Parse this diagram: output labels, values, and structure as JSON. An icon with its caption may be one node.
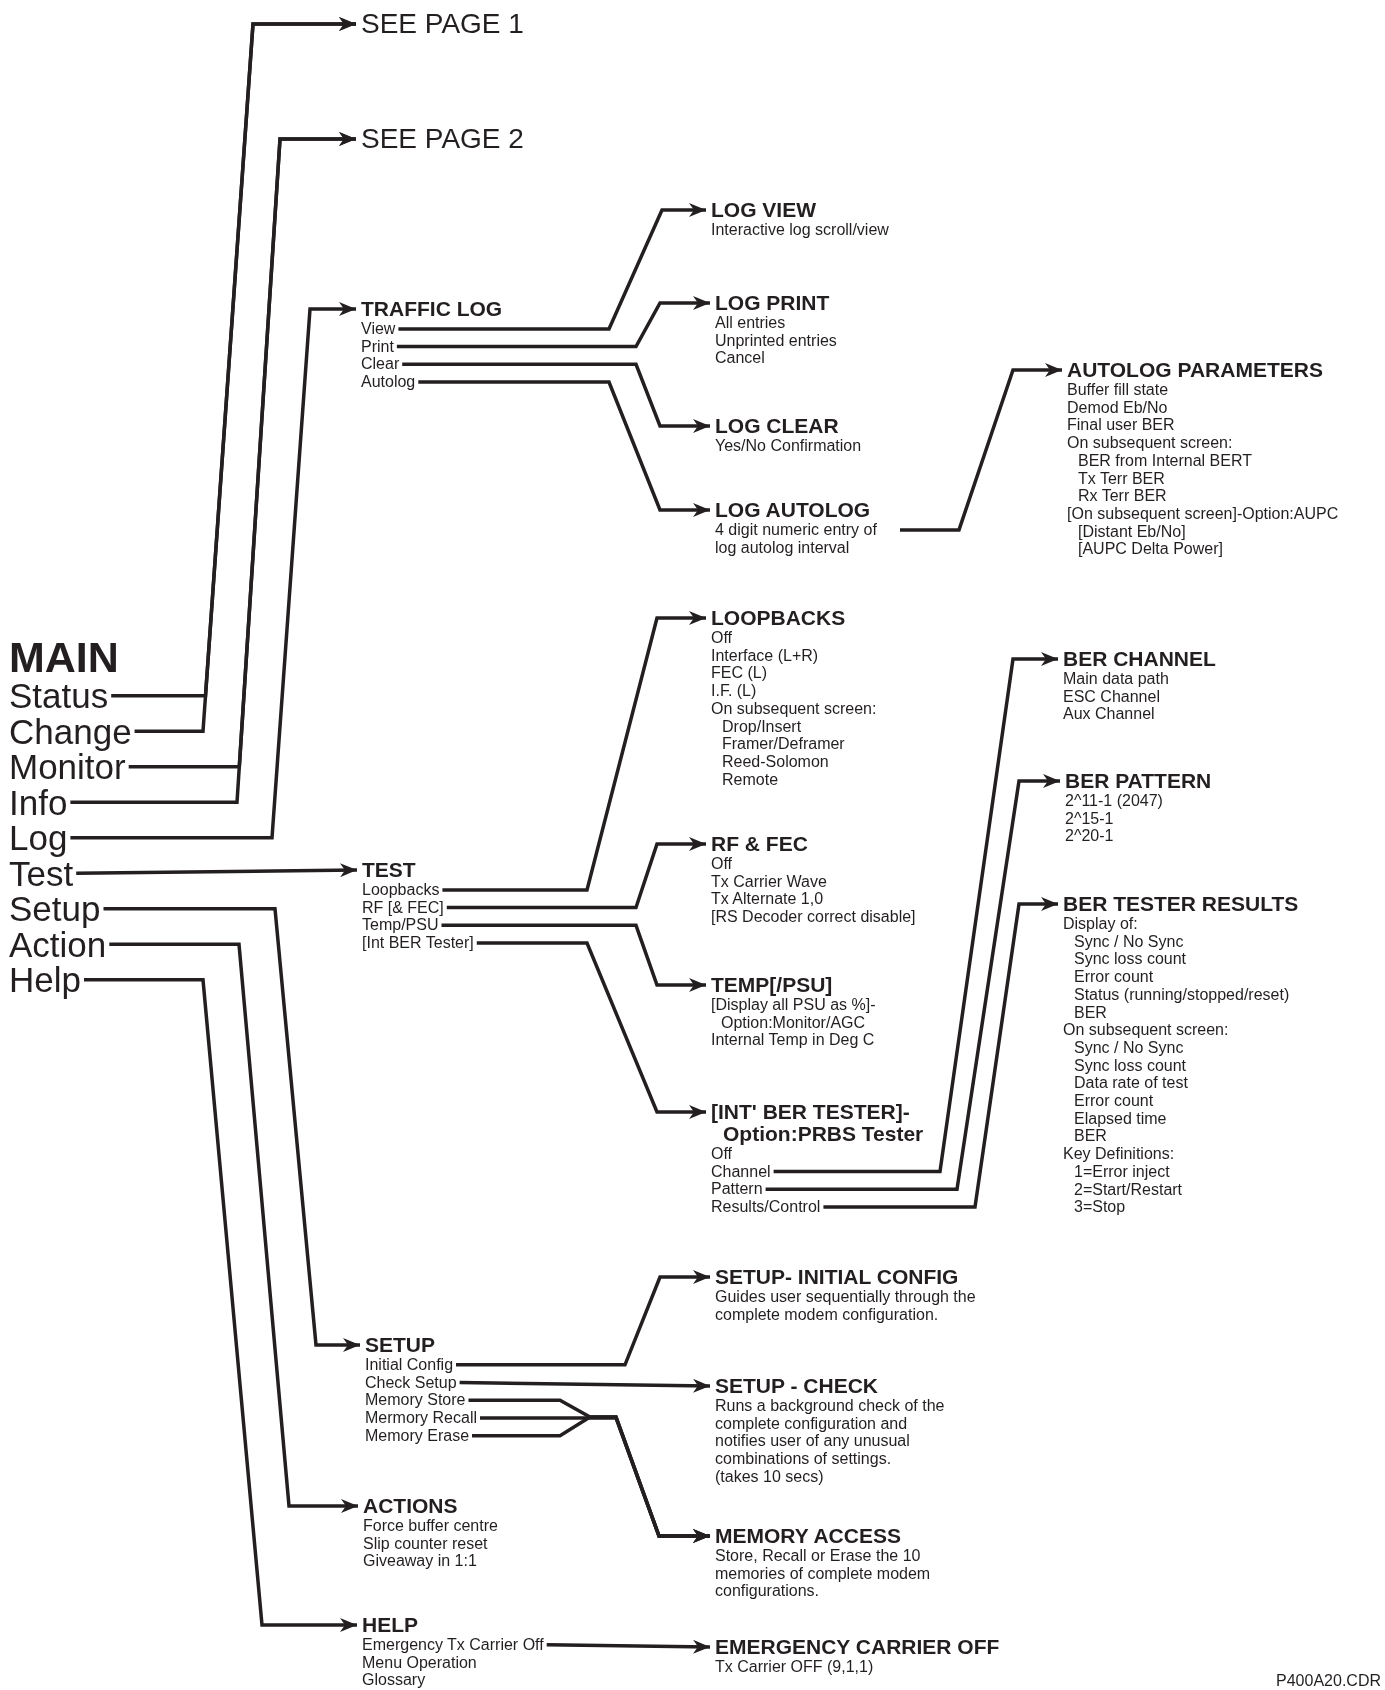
{
  "diagram": {
    "nodes": [
      {
        "text": [
          "SEE PAGE 1"
        ]
      },
      {
        "text": [
          "SEE PAGE 2"
        ]
      },
      {
        "text": [
          "MAIN"
        ]
      },
      {
        "text": [
          "Status"
        ],
        "in": 2
      },
      {
        "text": [
          "Change"
        ],
        "in": 2
      },
      {
        "text": [
          "Monitor"
        ],
        "in": 2
      },
      {
        "text": [
          "Info"
        ],
        "in": 2
      },
      {
        "text": [
          "Log"
        ],
        "in": 2
      },
      {
        "text": [
          "Test"
        ],
        "in": 2
      },
      {
        "text": [
          "Setup"
        ],
        "in": 2
      },
      {
        "text": [
          "Action"
        ],
        "in": 2
      },
      {
        "text": [
          "Help"
        ],
        "in": 2
      },
      {
        "text": [
          "TRAFFIC LOG"
        ]
      },
      {
        "text": [
          "View"
        ],
        "in": 12
      },
      {
        "text": [
          "Print"
        ],
        "in": 12
      },
      {
        "text": [
          "Clear"
        ],
        "in": 12
      },
      {
        "text": [
          "Autolog"
        ],
        "in": 12
      },
      {
        "text": [
          "LOG VIEW",
          "Interactive log scroll/view"
        ]
      },
      {
        "text": [
          "LOG PRINT",
          "All entries",
          "Unprinted entries",
          "Cancel"
        ]
      },
      {
        "text": [
          "LOG CLEAR",
          "Yes/No Confirmation"
        ]
      },
      {
        "text": [
          "LOG AUTOLOG",
          "4 digit numeric entry of log autolog interval"
        ]
      },
      {
        "text": [
          "AUTOLOG PARAMETERS",
          "Buffer fill state",
          "Demod Eb/No",
          "Final user BER",
          "On subsequent screen:",
          "BER from Internal BERT",
          "Tx Terr BER",
          "Rx Terr BER",
          "[On subsequent screen]-Option:AUPC",
          "[Distant Eb/No]",
          "[AUPC Delta Power]"
        ]
      },
      {
        "text": [
          "TEST"
        ]
      },
      {
        "text": [
          "Loopbacks"
        ],
        "in": 22
      },
      {
        "text": [
          "RF [& FEC]"
        ],
        "in": 22
      },
      {
        "text": [
          "Temp/PSU"
        ],
        "in": 22
      },
      {
        "text": [
          "[Int BER Tester]"
        ],
        "in": 22
      },
      {
        "text": [
          "LOOPBACKS",
          "Off",
          "Interface (L+R)",
          "FEC (L)",
          "I.F. (L)",
          "On subsequent screen:",
          "Drop/Insert",
          "Framer/Deframer",
          "Reed-Solomon",
          "Remote"
        ]
      },
      {
        "text": [
          "RF & FEC",
          "Off",
          "Tx Carrier Wave",
          "Tx Alternate 1,0",
          "[RS Decoder correct disable]"
        ]
      },
      {
        "text": [
          "TEMP[/PSU]",
          "[Display all PSU as %]- Option:Monitor/AGC",
          "Internal Temp in Deg C"
        ]
      },
      {
        "text": [
          "[INT' BER TESTER]- Option:PRBS Tester"
        ]
      },
      {
        "text": [
          "Off"
        ],
        "in": 30
      },
      {
        "text": [
          "Channel"
        ],
        "in": 30
      },
      {
        "text": [
          "Pattern"
        ],
        "in": 30
      },
      {
        "text": [
          "Results/Control"
        ],
        "in": 30
      },
      {
        "text": [
          "BER CHANNEL",
          "Main data path",
          "ESC Channel",
          "Aux Channel"
        ]
      },
      {
        "text": [
          "BER PATTERN",
          "2^11-1 (2047)",
          "2^15-1",
          "2^20-1"
        ]
      },
      {
        "text": [
          "BER TESTER RESULTS",
          "Display of:",
          "Sync / No Sync",
          "Sync loss count",
          "Error count",
          "Status (running/stopped/reset)",
          "BER",
          "On subsequent screen:",
          "Sync / No Sync",
          "Sync loss count",
          "Data rate of test",
          "Error count",
          "Elapsed time",
          "BER",
          "Key Definitions:",
          "1=Error inject",
          "2=Start/Restart",
          "3=Stop"
        ]
      },
      {
        "text": [
          "SETUP"
        ]
      },
      {
        "text": [
          "Initial Config"
        ],
        "in": 38
      },
      {
        "text": [
          "Check Setup"
        ],
        "in": 38
      },
      {
        "text": [
          "Memory Store"
        ],
        "in": 38
      },
      {
        "text": [
          "Mermory Recall"
        ],
        "in": 38
      },
      {
        "text": [
          "Memory Erase"
        ],
        "in": 38
      },
      {
        "text": [
          "SETUP- INITIAL CONFIG",
          "Guides user sequentially through the complete modem configuration."
        ]
      },
      {
        "text": [
          "SETUP - CHECK",
          "Runs a background check of the complete configuration and notifies user of any unusual combinations of settings.",
          "(takes 10 secs)"
        ]
      },
      {
        "text": [
          "MEMORY ACCESS",
          "Store, Recall or Erase the 10 memories of complete modem configurations."
        ]
      },
      {
        "text": [
          "ACTIONS",
          "Force buffer centre",
          "Slip counter reset",
          "Giveaway in 1:1"
        ]
      },
      {
        "text": [
          "HELP"
        ]
      },
      {
        "text": [
          "Emergency Tx Carrier Off"
        ],
        "in": 48
      },
      {
        "text": [
          "Menu Operation"
        ],
        "in": 48
      },
      {
        "text": [
          "Glossary"
        ],
        "in": 48
      },
      {
        "text": [
          "EMERGENCY CARRIER OFF",
          "Tx Carrier OFF (9,1,1)"
        ]
      }
    ],
    "edges": [
      {
        "from": 3,
        "to": 0,
        "arrow": "to"
      },
      {
        "from": 4,
        "to": 0,
        "arrow": "to"
      },
      {
        "from": 5,
        "to": 1,
        "arrow": "to"
      },
      {
        "from": 6,
        "to": 1,
        "arrow": "to"
      },
      {
        "from": 7,
        "to": 12,
        "arrow": "to"
      },
      {
        "from": 8,
        "to": 22,
        "arrow": "to"
      },
      {
        "from": 9,
        "to": 38,
        "arrow": "to"
      },
      {
        "from": 10,
        "to": 47,
        "arrow": "to"
      },
      {
        "from": 11,
        "to": 48,
        "arrow": "to"
      },
      {
        "from": 13,
        "to": 17,
        "arrow": "to"
      },
      {
        "from": 14,
        "to": 18,
        "arrow": "to"
      },
      {
        "from": 15,
        "to": 19,
        "arrow": "to"
      },
      {
        "from": 16,
        "to": 20,
        "arrow": "to"
      },
      {
        "from": 20,
        "to": 21,
        "arrow": "to"
      },
      {
        "from": 23,
        "to": 27,
        "arrow": "to"
      },
      {
        "from": 24,
        "to": 28,
        "arrow": "to"
      },
      {
        "from": 25,
        "to": 29,
        "arrow": "to"
      },
      {
        "from": 26,
        "to": 30,
        "arrow": "to"
      },
      {
        "from": 32,
        "to": 35,
        "arrow": "to"
      },
      {
        "from": 33,
        "to": 36,
        "arrow": "to"
      },
      {
        "from": 34,
        "to": 37,
        "arrow": "to"
      },
      {
        "from": 39,
        "to": 44,
        "arrow": "to"
      },
      {
        "from": 40,
        "to": 45,
        "arrow": "to"
      },
      {
        "from": 41,
        "to": 46,
        "arrow": "to"
      },
      {
        "from": 42,
        "to": 46,
        "arrow": "to"
      },
      {
        "from": 43,
        "to": 46,
        "arrow": "to"
      },
      {
        "from": 49,
        "to": 52,
        "arrow": "to"
      }
    ],
    "labels": [
      "P400A20.CDR"
    ]
  }
}
